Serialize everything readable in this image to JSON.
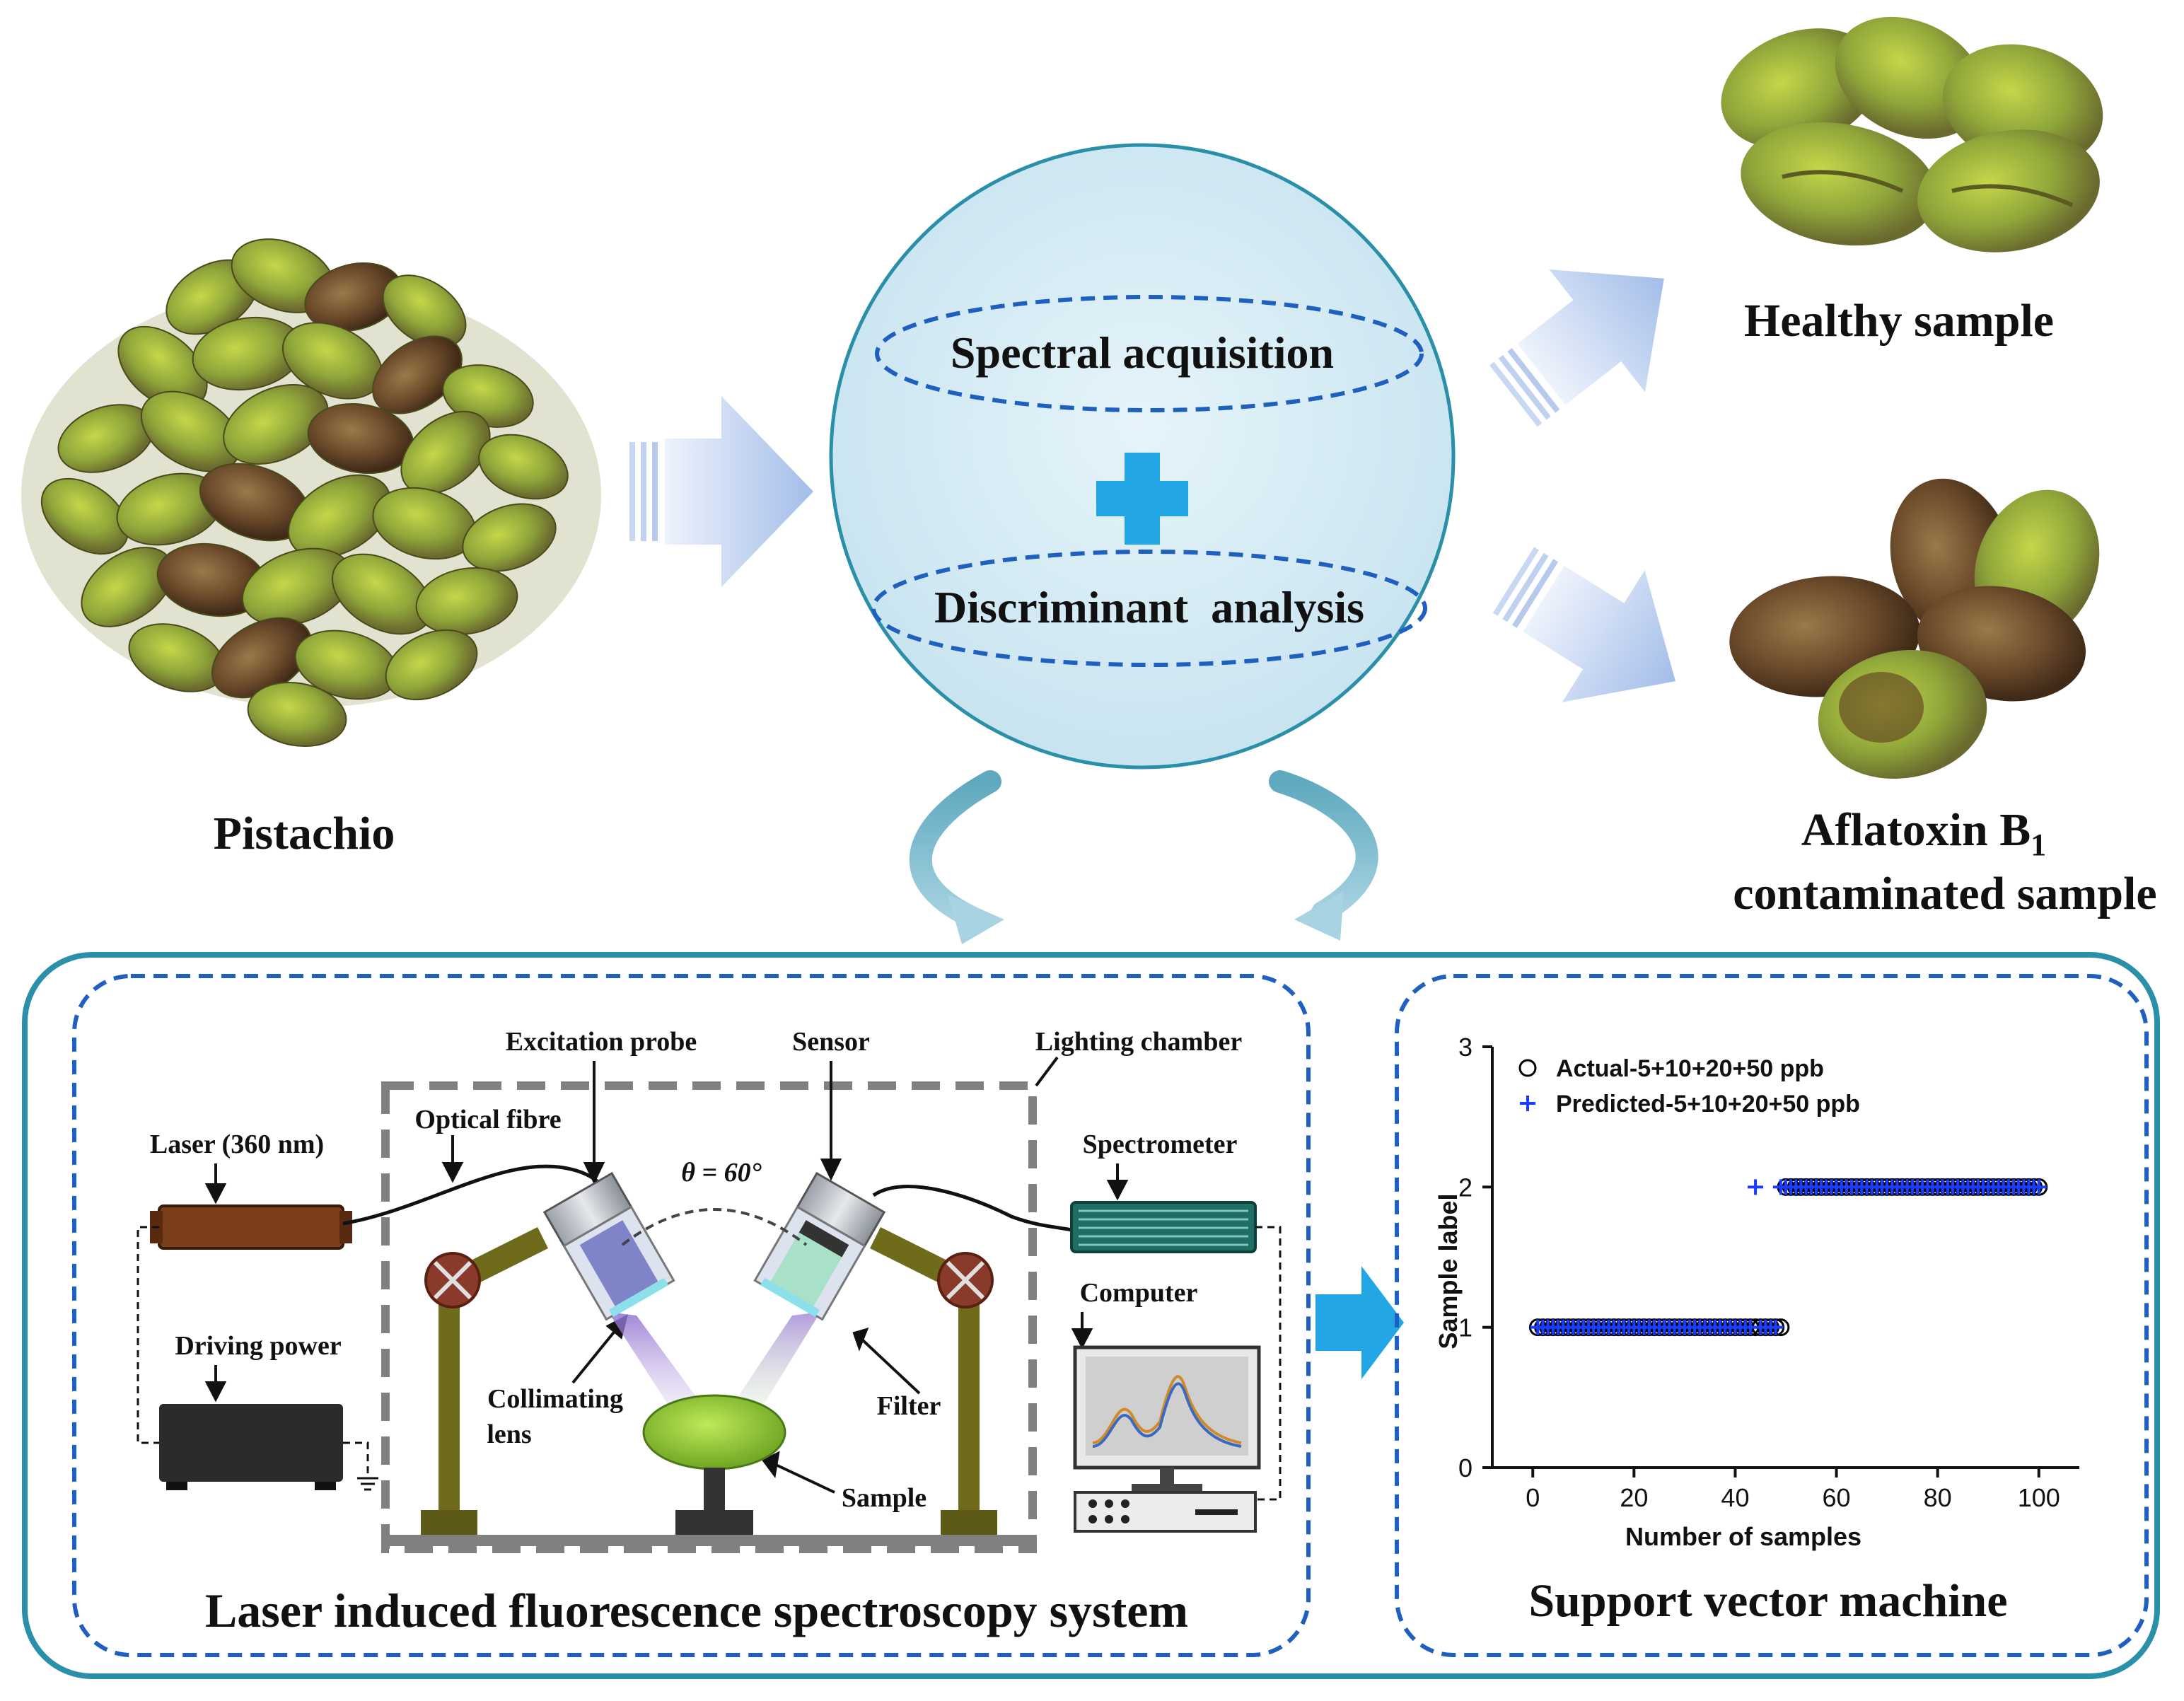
{
  "top": {
    "pistachio_label": "Pistachio",
    "circle": {
      "spectral": "Spectral acquisition",
      "discriminant": "Discriminant  analysis"
    },
    "healthy_label": "Healthy sample",
    "aflatoxin_line1": "Aflatoxin B",
    "aflatoxin_sub": "1",
    "aflatoxin_line2": "contaminated sample"
  },
  "lif": {
    "title": "Laser induced fluorescence spectroscopy system",
    "labels": {
      "excitation_probe": "Excitation probe",
      "sensor": "Sensor",
      "lighting_chamber": "Lighting chamber",
      "optical_fibre": "Optical fibre",
      "laser": "Laser (360 nm)",
      "driving_power": "Driving power",
      "spectrometer": "Spectrometer",
      "computer": "Computer",
      "collimating": "Collimating",
      "lens": "lens",
      "filter": "Filter",
      "sample": "Sample",
      "theta": "θ = 60°"
    }
  },
  "svm": {
    "title": "Support vector machine"
  },
  "colors": {
    "accent_teal": "#2a8fa8",
    "dashed_blue": "#1f5fc0",
    "circle_fill": "#d6edf5",
    "arrow_blue": "#a7c0e8",
    "cyan_arrow": "#22a6e6"
  },
  "chart_data": {
    "type": "scatter",
    "xlabel": "Number of samples",
    "ylabel": "Sample label",
    "xlim": [
      -8,
      108
    ],
    "ylim": [
      0,
      3
    ],
    "xticks": [
      0,
      20,
      40,
      60,
      80,
      100
    ],
    "yticks": [
      0,
      1,
      2,
      3
    ],
    "legend_position": "top-left",
    "series": [
      {
        "name": "Actual-5+10+20+50 ppb",
        "marker": "circle",
        "color": "#000000",
        "x": [
          1,
          2,
          3,
          4,
          5,
          6,
          7,
          8,
          9,
          10,
          11,
          12,
          13,
          14,
          15,
          16,
          17,
          18,
          19,
          20,
          21,
          22,
          23,
          24,
          25,
          26,
          27,
          28,
          29,
          30,
          31,
          32,
          33,
          34,
          35,
          36,
          37,
          38,
          39,
          40,
          41,
          42,
          43,
          44,
          45,
          46,
          47,
          48,
          49,
          50,
          51,
          52,
          53,
          54,
          55,
          56,
          57,
          58,
          59,
          60,
          61,
          62,
          63,
          64,
          65,
          66,
          67,
          68,
          69,
          70,
          71,
          72,
          73,
          74,
          75,
          76,
          77,
          78,
          79,
          80,
          81,
          82,
          83,
          84,
          85,
          86,
          87,
          88,
          89,
          90,
          91,
          92,
          93,
          94,
          95,
          96,
          97,
          98,
          99,
          100
        ],
        "y": [
          1,
          1,
          1,
          1,
          1,
          1,
          1,
          1,
          1,
          1,
          1,
          1,
          1,
          1,
          1,
          1,
          1,
          1,
          1,
          1,
          1,
          1,
          1,
          1,
          1,
          1,
          1,
          1,
          1,
          1,
          1,
          1,
          1,
          1,
          1,
          1,
          1,
          1,
          1,
          1,
          1,
          1,
          1,
          1,
          1,
          1,
          1,
          1,
          1,
          2,
          2,
          2,
          2,
          2,
          2,
          2,
          2,
          2,
          2,
          2,
          2,
          2,
          2,
          2,
          2,
          2,
          2,
          2,
          2,
          2,
          2,
          2,
          2,
          2,
          2,
          2,
          2,
          2,
          2,
          2,
          2,
          2,
          2,
          2,
          2,
          2,
          2,
          2,
          2,
          2,
          2,
          2,
          2,
          2,
          2,
          2,
          2,
          2,
          2,
          2
        ]
      },
      {
        "name": "Predicted-5+10+20+50 ppb",
        "marker": "plus",
        "color": "#1a3cff",
        "x": [
          1,
          2,
          3,
          4,
          5,
          6,
          7,
          8,
          9,
          10,
          11,
          12,
          13,
          14,
          15,
          16,
          17,
          18,
          19,
          20,
          21,
          22,
          23,
          24,
          25,
          26,
          27,
          28,
          29,
          30,
          31,
          32,
          33,
          34,
          35,
          36,
          37,
          38,
          39,
          40,
          41,
          42,
          43,
          44,
          45,
          46,
          47,
          48,
          49,
          50,
          51,
          52,
          53,
          54,
          55,
          56,
          57,
          58,
          59,
          60,
          61,
          62,
          63,
          64,
          65,
          66,
          67,
          68,
          69,
          70,
          71,
          72,
          73,
          74,
          75,
          76,
          77,
          78,
          79,
          80,
          81,
          82,
          83,
          84,
          85,
          86,
          87,
          88,
          89,
          90,
          91,
          92,
          93,
          94,
          95,
          96,
          97,
          98,
          99,
          100
        ],
        "y": [
          1,
          1,
          1,
          1,
          1,
          1,
          1,
          1,
          1,
          1,
          1,
          1,
          1,
          1,
          1,
          1,
          1,
          1,
          1,
          1,
          1,
          1,
          1,
          1,
          1,
          1,
          1,
          1,
          1,
          1,
          1,
          1,
          1,
          1,
          1,
          1,
          1,
          1,
          1,
          1,
          1,
          1,
          1,
          2,
          1,
          1,
          1,
          1,
          2,
          2,
          2,
          2,
          2,
          2,
          2,
          2,
          2,
          2,
          2,
          2,
          2,
          2,
          2,
          2,
          2,
          2,
          2,
          2,
          2,
          2,
          2,
          2,
          2,
          2,
          2,
          2,
          2,
          2,
          2,
          2,
          2,
          2,
          2,
          2,
          2,
          2,
          2,
          2,
          2,
          2,
          2,
          2,
          2,
          2,
          2,
          2,
          2,
          2,
          2,
          2
        ]
      }
    ]
  }
}
